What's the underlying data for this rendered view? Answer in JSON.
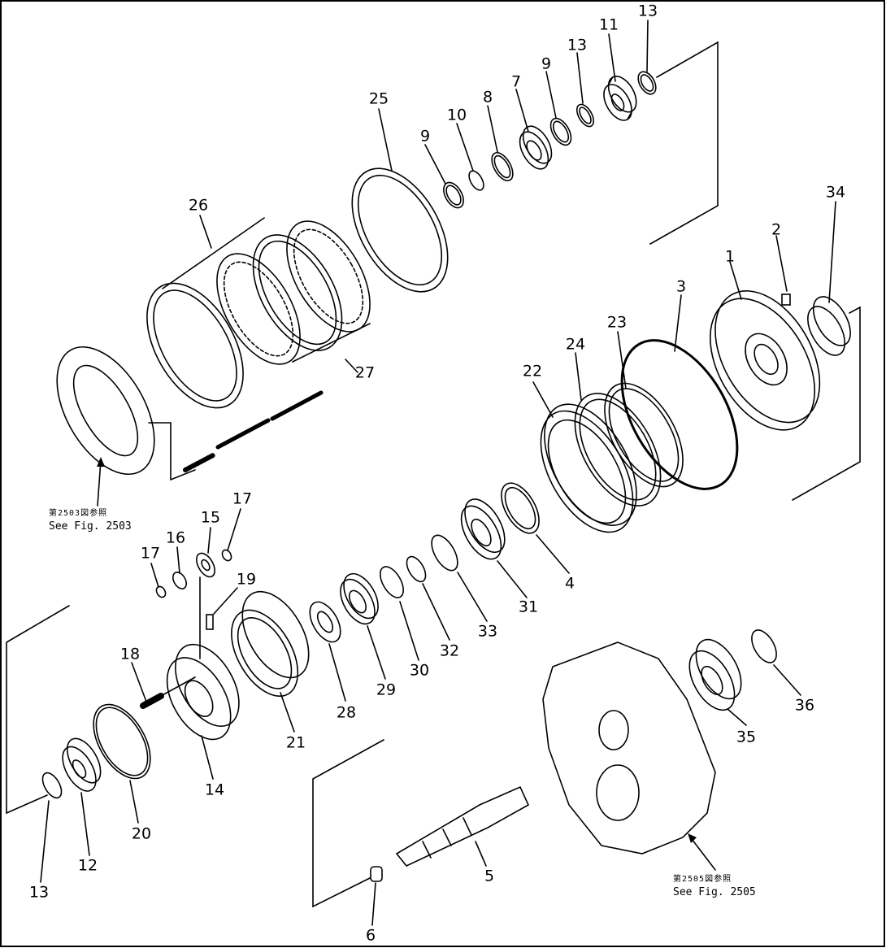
{
  "labels": [
    "13",
    "11",
    "13",
    "9",
    "7",
    "8",
    "10",
    "9",
    "25",
    "26",
    "34",
    "2",
    "1",
    "3",
    "23",
    "24",
    "22",
    "27",
    "17",
    "15",
    "16",
    "17",
    "19",
    "18",
    "14",
    "21",
    "28",
    "29",
    "30",
    "32",
    "33",
    "31",
    "4",
    "36",
    "35",
    "20",
    "12",
    "13",
    "5",
    "6"
  ],
  "notes": {
    "upper_ref": "第2503図参照",
    "upper_see": "See Fig. 2503",
    "lower_ref": "第2505図参照",
    "lower_see": "See Fig. 2505"
  },
  "colors": {
    "ink": "#000000",
    "paper": "#ffffff"
  }
}
